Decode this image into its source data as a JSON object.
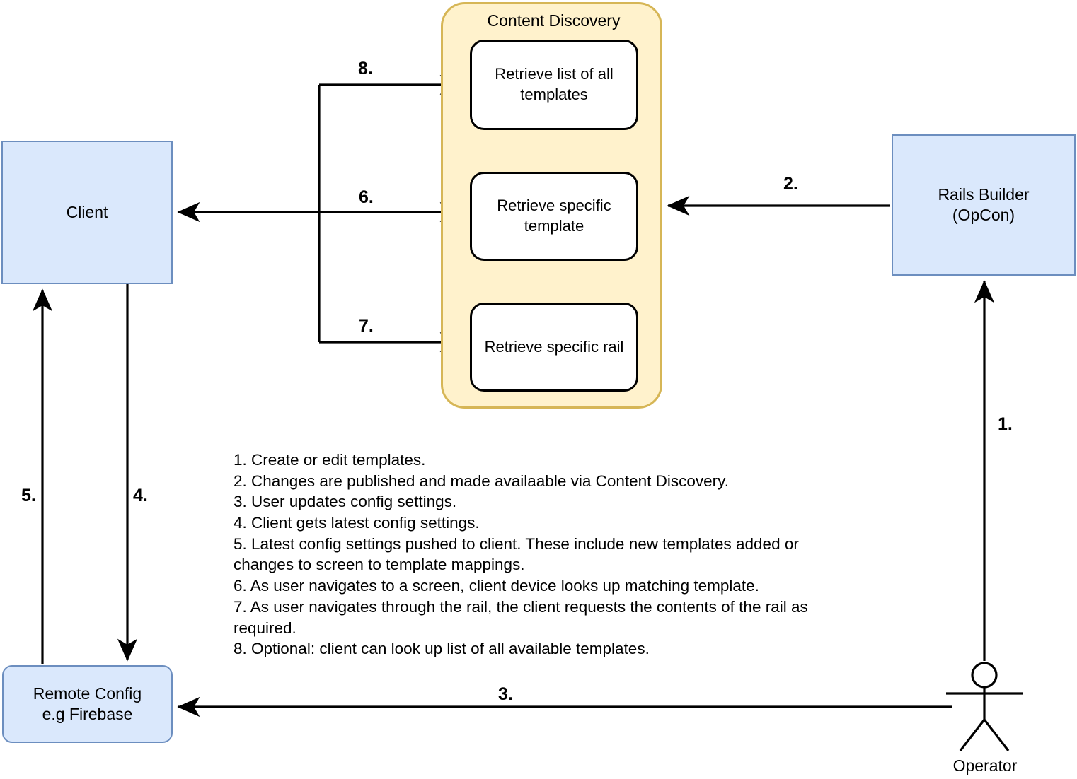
{
  "diagram": {
    "title": "Content Discovery architecture flow",
    "colors": {
      "node_fill": "#dae8fc",
      "node_stroke": "#6c8ebf",
      "group_fill": "#fff2cc",
      "group_stroke": "#d6b656",
      "item_fill": "#ffffff",
      "item_stroke": "#000000",
      "edge_stroke": "#000000",
      "background": "#ffffff"
    }
  },
  "nodes": {
    "client": {
      "label": "Client"
    },
    "remote_config": {
      "label": "Remote Config\ne.g Firebase"
    },
    "rails_builder": {
      "label": "Rails Builder\n(OpCon)"
    },
    "operator": {
      "label": "Operator"
    }
  },
  "content_discovery": {
    "title": "Content Discovery",
    "items": [
      {
        "label": "Retrieve list of all templates"
      },
      {
        "label": "Retrieve specific template"
      },
      {
        "label": "Retrieve specific rail"
      }
    ]
  },
  "edge_labels": {
    "one": "1.",
    "two": "2.",
    "three": "3.",
    "four": "4.",
    "five": "5.",
    "six": "6.",
    "seven": "7.",
    "eight": "8."
  },
  "notes": {
    "text": "1. Create or edit templates.\n2. Changes are published and made availaable via Content Discovery.\n3. User updates config settings.\n4. Client gets latest config settings.\n5. Latest config settings pushed to client. These include new templates added or changes to screen to template mappings.\n6. As user navigates to a screen, client device looks up matching template.\n7. As user navigates through the rail, the client requests the contents of the rail as required.\n8. Optional: client can look up list of all available templates."
  }
}
